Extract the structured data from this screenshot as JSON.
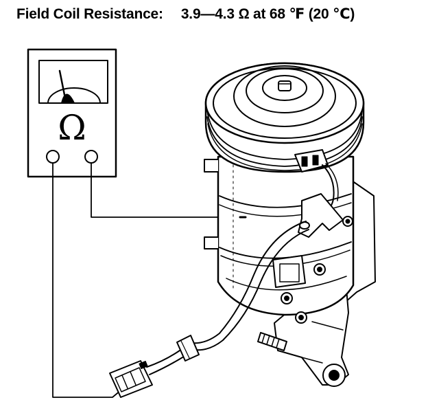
{
  "header": {
    "label": "Field Coil Resistance:",
    "value": "3.9—4.3 Ω at 68 ℉ (20 ℃)"
  },
  "ohmmeter": {
    "symbol": "Ω"
  }
}
